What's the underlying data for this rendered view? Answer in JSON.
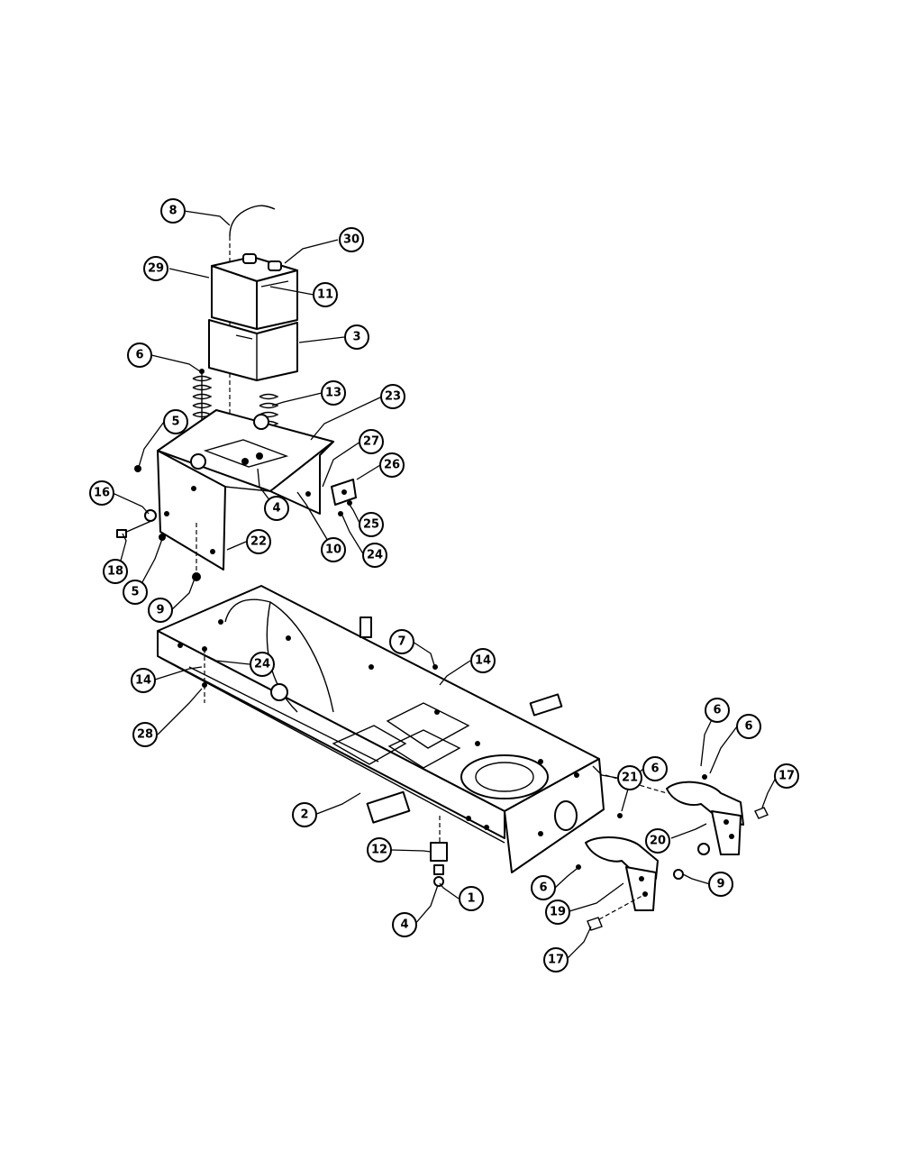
{
  "callouts": [
    {
      "id": "c8",
      "label": "8"
    },
    {
      "id": "c30",
      "label": "30"
    },
    {
      "id": "c29",
      "label": "29"
    },
    {
      "id": "c11",
      "label": "11"
    },
    {
      "id": "c3",
      "label": "3"
    },
    {
      "id": "c6a",
      "label": "6"
    },
    {
      "id": "c13",
      "label": "13"
    },
    {
      "id": "c23",
      "label": "23"
    },
    {
      "id": "c5a",
      "label": "5"
    },
    {
      "id": "c27",
      "label": "27"
    },
    {
      "id": "c26",
      "label": "26"
    },
    {
      "id": "c16",
      "label": "16"
    },
    {
      "id": "c4a",
      "label": "4"
    },
    {
      "id": "c25",
      "label": "25"
    },
    {
      "id": "c10",
      "label": "10"
    },
    {
      "id": "c24a",
      "label": "24"
    },
    {
      "id": "c22",
      "label": "22"
    },
    {
      "id": "c18",
      "label": "18"
    },
    {
      "id": "c5b",
      "label": "5"
    },
    {
      "id": "c9a",
      "label": "9"
    },
    {
      "id": "c7",
      "label": "7"
    },
    {
      "id": "c14a",
      "label": "14"
    },
    {
      "id": "c24b",
      "label": "24"
    },
    {
      "id": "c14b",
      "label": "14"
    },
    {
      "id": "c28",
      "label": "28"
    },
    {
      "id": "c21",
      "label": "21"
    },
    {
      "id": "c6b",
      "label": "6"
    },
    {
      "id": "c6c",
      "label": "6"
    },
    {
      "id": "c17a",
      "label": "17"
    },
    {
      "id": "c6d",
      "label": "6"
    },
    {
      "id": "c2",
      "label": "2"
    },
    {
      "id": "c20",
      "label": "20"
    },
    {
      "id": "c12",
      "label": "12"
    },
    {
      "id": "c1",
      "label": "1"
    },
    {
      "id": "c6e",
      "label": "6"
    },
    {
      "id": "c9b",
      "label": "9"
    },
    {
      "id": "c19",
      "label": "19"
    },
    {
      "id": "c4b",
      "label": "4"
    },
    {
      "id": "c17b",
      "label": "17"
    }
  ]
}
